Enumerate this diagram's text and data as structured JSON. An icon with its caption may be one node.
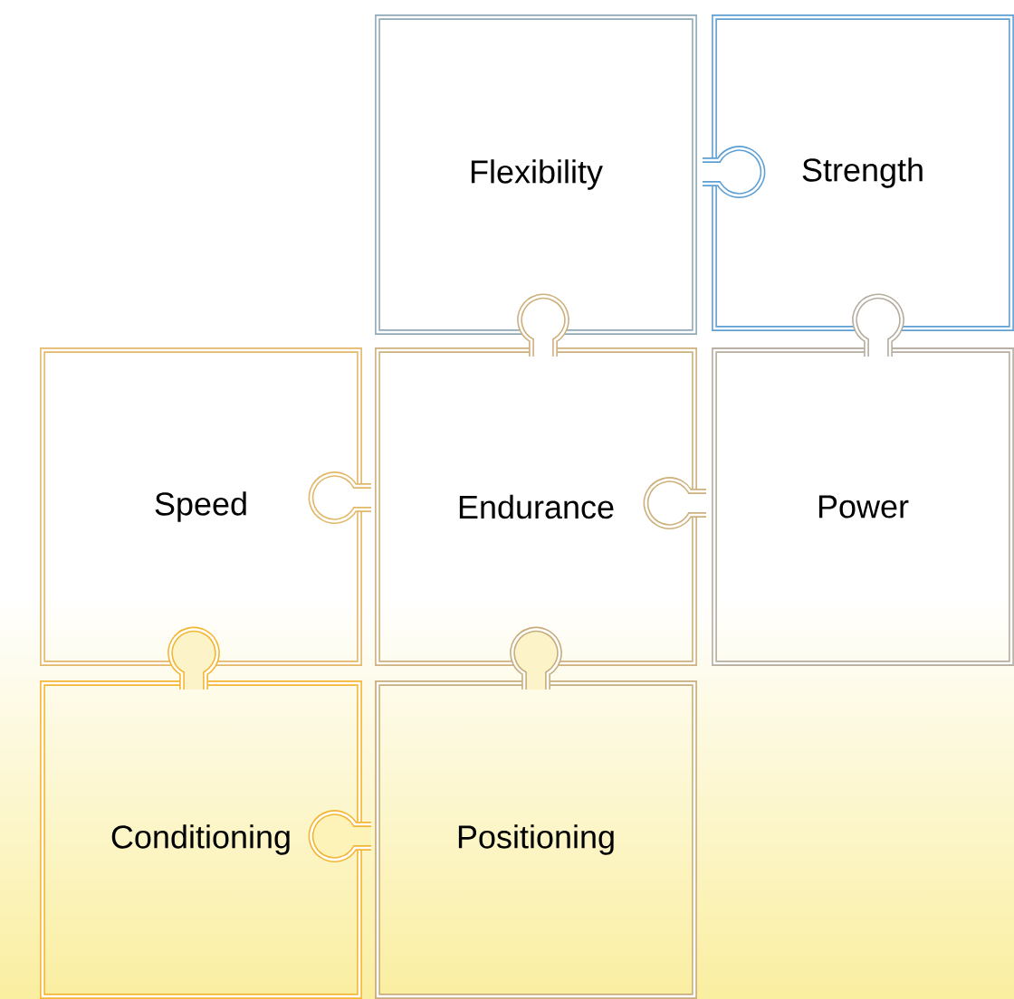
{
  "diagram": {
    "nodes": [
      {
        "text": [
          "Flexibility"
        ]
      },
      {
        "text": [
          "Strength"
        ]
      },
      {
        "text": [
          "Speed"
        ]
      },
      {
        "text": [
          "Endurance"
        ]
      },
      {
        "text": [
          "Power"
        ]
      },
      {
        "text": [
          "Conditioning"
        ]
      },
      {
        "text": [
          "Positioning"
        ]
      }
    ]
  }
}
